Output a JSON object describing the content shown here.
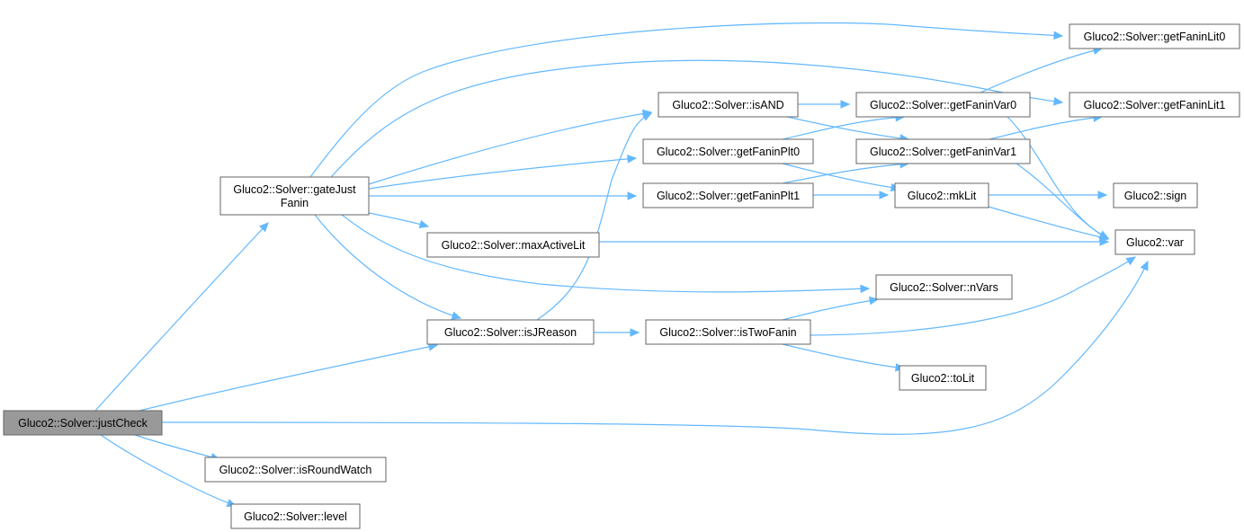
{
  "diagram": {
    "type": "call-graph",
    "colors": {
      "edge": "#63b8ff",
      "node_fill": "#ffffff",
      "node_border": "#666666",
      "root_fill": "#999999",
      "text": "#000000"
    },
    "nodes": [
      {
        "id": "justCheck",
        "lines": [
          "Gluco2::Solver::justCheck"
        ],
        "root": true
      },
      {
        "id": "gateJustFanin",
        "lines": [
          "Gluco2::Solver::gateJust",
          "Fanin"
        ]
      },
      {
        "id": "isJReason",
        "lines": [
          "Gluco2::Solver::isJReason"
        ]
      },
      {
        "id": "isRoundWatch",
        "lines": [
          "Gluco2::Solver::isRoundWatch"
        ]
      },
      {
        "id": "level",
        "lines": [
          "Gluco2::Solver::level"
        ]
      },
      {
        "id": "maxActiveLit",
        "lines": [
          "Gluco2::Solver::maxActiveLit"
        ]
      },
      {
        "id": "isAND",
        "lines": [
          "Gluco2::Solver::isAND"
        ]
      },
      {
        "id": "getFaninPlt0",
        "lines": [
          "Gluco2::Solver::getFaninPlt0"
        ]
      },
      {
        "id": "getFaninPlt1",
        "lines": [
          "Gluco2::Solver::getFaninPlt1"
        ]
      },
      {
        "id": "isTwoFanin",
        "lines": [
          "Gluco2::Solver::isTwoFanin"
        ]
      },
      {
        "id": "getFaninVar0",
        "lines": [
          "Gluco2::Solver::getFaninVar0"
        ]
      },
      {
        "id": "getFaninVar1",
        "lines": [
          "Gluco2::Solver::getFaninVar1"
        ]
      },
      {
        "id": "mkLit",
        "lines": [
          "Gluco2::mkLit"
        ]
      },
      {
        "id": "nVars",
        "lines": [
          "Gluco2::Solver::nVars"
        ]
      },
      {
        "id": "toLit",
        "lines": [
          "Gluco2::toLit"
        ]
      },
      {
        "id": "getFaninLit0",
        "lines": [
          "Gluco2::Solver::getFaninLit0"
        ]
      },
      {
        "id": "getFaninLit1",
        "lines": [
          "Gluco2::Solver::getFaninLit1"
        ]
      },
      {
        "id": "sign",
        "lines": [
          "Gluco2::sign"
        ]
      },
      {
        "id": "var",
        "lines": [
          "Gluco2::var"
        ]
      }
    ],
    "edges": [
      {
        "from": "justCheck",
        "to": "gateJustFanin"
      },
      {
        "from": "justCheck",
        "to": "isJReason"
      },
      {
        "from": "justCheck",
        "to": "var"
      },
      {
        "from": "justCheck",
        "to": "isRoundWatch"
      },
      {
        "from": "justCheck",
        "to": "level"
      },
      {
        "from": "gateJustFanin",
        "to": "getFaninLit0"
      },
      {
        "from": "gateJustFanin",
        "to": "getFaninLit1"
      },
      {
        "from": "gateJustFanin",
        "to": "isAND"
      },
      {
        "from": "gateJustFanin",
        "to": "getFaninPlt0"
      },
      {
        "from": "gateJustFanin",
        "to": "getFaninPlt1"
      },
      {
        "from": "gateJustFanin",
        "to": "maxActiveLit"
      },
      {
        "from": "gateJustFanin",
        "to": "nVars"
      },
      {
        "from": "gateJustFanin",
        "to": "isJReason"
      },
      {
        "from": "isJReason",
        "to": "isAND"
      },
      {
        "from": "isJReason",
        "to": "isTwoFanin"
      },
      {
        "from": "isAND",
        "to": "getFaninVar0"
      },
      {
        "from": "isAND",
        "to": "getFaninVar1"
      },
      {
        "from": "getFaninPlt0",
        "to": "getFaninVar0"
      },
      {
        "from": "getFaninPlt0",
        "to": "mkLit"
      },
      {
        "from": "getFaninPlt1",
        "to": "getFaninVar1"
      },
      {
        "from": "getFaninPlt1",
        "to": "mkLit"
      },
      {
        "from": "getFaninVar0",
        "to": "getFaninLit0"
      },
      {
        "from": "getFaninVar0",
        "to": "var"
      },
      {
        "from": "getFaninVar1",
        "to": "getFaninLit1"
      },
      {
        "from": "getFaninVar1",
        "to": "var"
      },
      {
        "from": "mkLit",
        "to": "sign"
      },
      {
        "from": "mkLit",
        "to": "var"
      },
      {
        "from": "maxActiveLit",
        "to": "var"
      },
      {
        "from": "isTwoFanin",
        "to": "nVars"
      },
      {
        "from": "isTwoFanin",
        "to": "var"
      },
      {
        "from": "isTwoFanin",
        "to": "toLit"
      }
    ]
  }
}
